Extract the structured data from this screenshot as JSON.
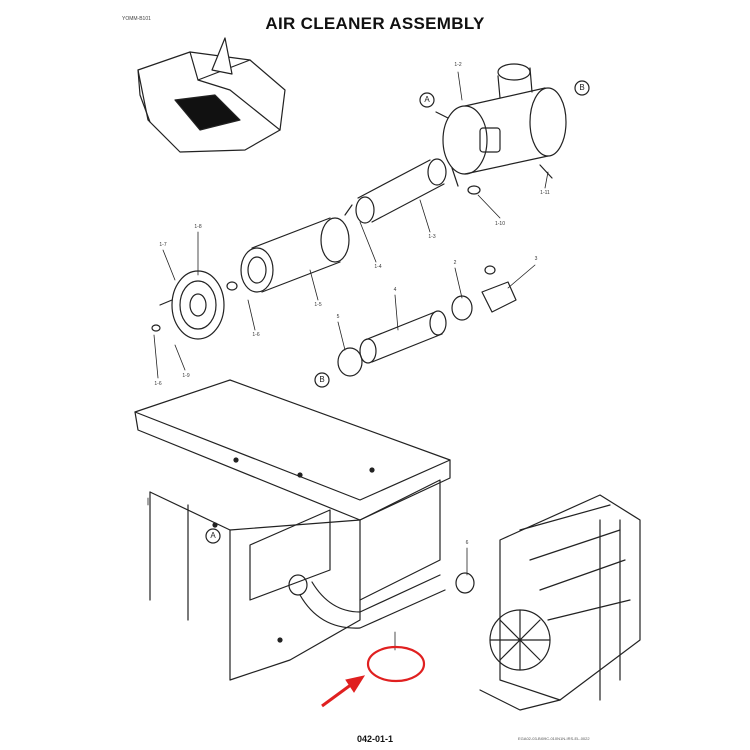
{
  "title": "AIR CLEANER ASSEMBLY",
  "ref_code": "YOMM-B101",
  "page_code": "042-01-1",
  "doc_ref": "EGA02-03-BI09C-010N1N-IRS-EL-0022",
  "callouts": {
    "a": "A",
    "b": "B"
  },
  "part_labels": {
    "p1": "1-2",
    "p2": "1-9",
    "p3": "1-10",
    "p4": "1-11",
    "p5": "1-3",
    "p6": "1-4",
    "p7": "1-5",
    "p8": "1-6",
    "p9": "1-8",
    "p10": "1-7",
    "p11": "1-6",
    "p12": "2",
    "p13": "3",
    "p14": "4",
    "p15": "5",
    "p16": "6"
  },
  "highlight_color": "#e02020"
}
